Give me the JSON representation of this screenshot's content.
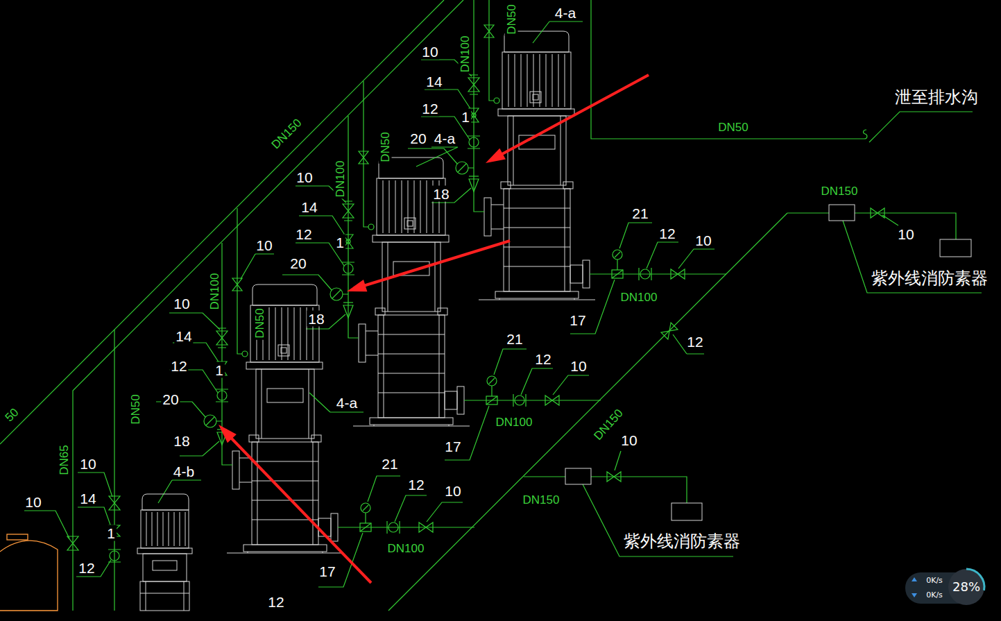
{
  "diagram": {
    "labels": [
      "4-a",
      "DN50",
      "10",
      "DN100",
      "14",
      "12",
      "1",
      "20",
      "4-a",
      "18",
      "DN50",
      "10",
      "DN100",
      "14",
      "12",
      "1",
      "10",
      "20",
      "18",
      "DN150",
      "10",
      "DN100",
      "DN50",
      "14",
      "12",
      "1",
      "20",
      "4-a",
      "18",
      "50",
      "DN50",
      "DN65",
      "10",
      "4-b",
      "14",
      "10",
      "1",
      "12",
      "12",
      "泄至排水沟",
      "DN50",
      "DN150",
      "21",
      "10",
      "12",
      "10",
      "紫外线消防素器",
      "DN100",
      "17",
      "21",
      "12",
      "12",
      "10",
      "DN100",
      "DN150",
      "10",
      "17",
      "21",
      "12",
      "10",
      "DN150",
      "紫外线消防素器",
      "DN100",
      "17",
      "0K/s",
      "0K/s",
      "28%"
    ]
  }
}
